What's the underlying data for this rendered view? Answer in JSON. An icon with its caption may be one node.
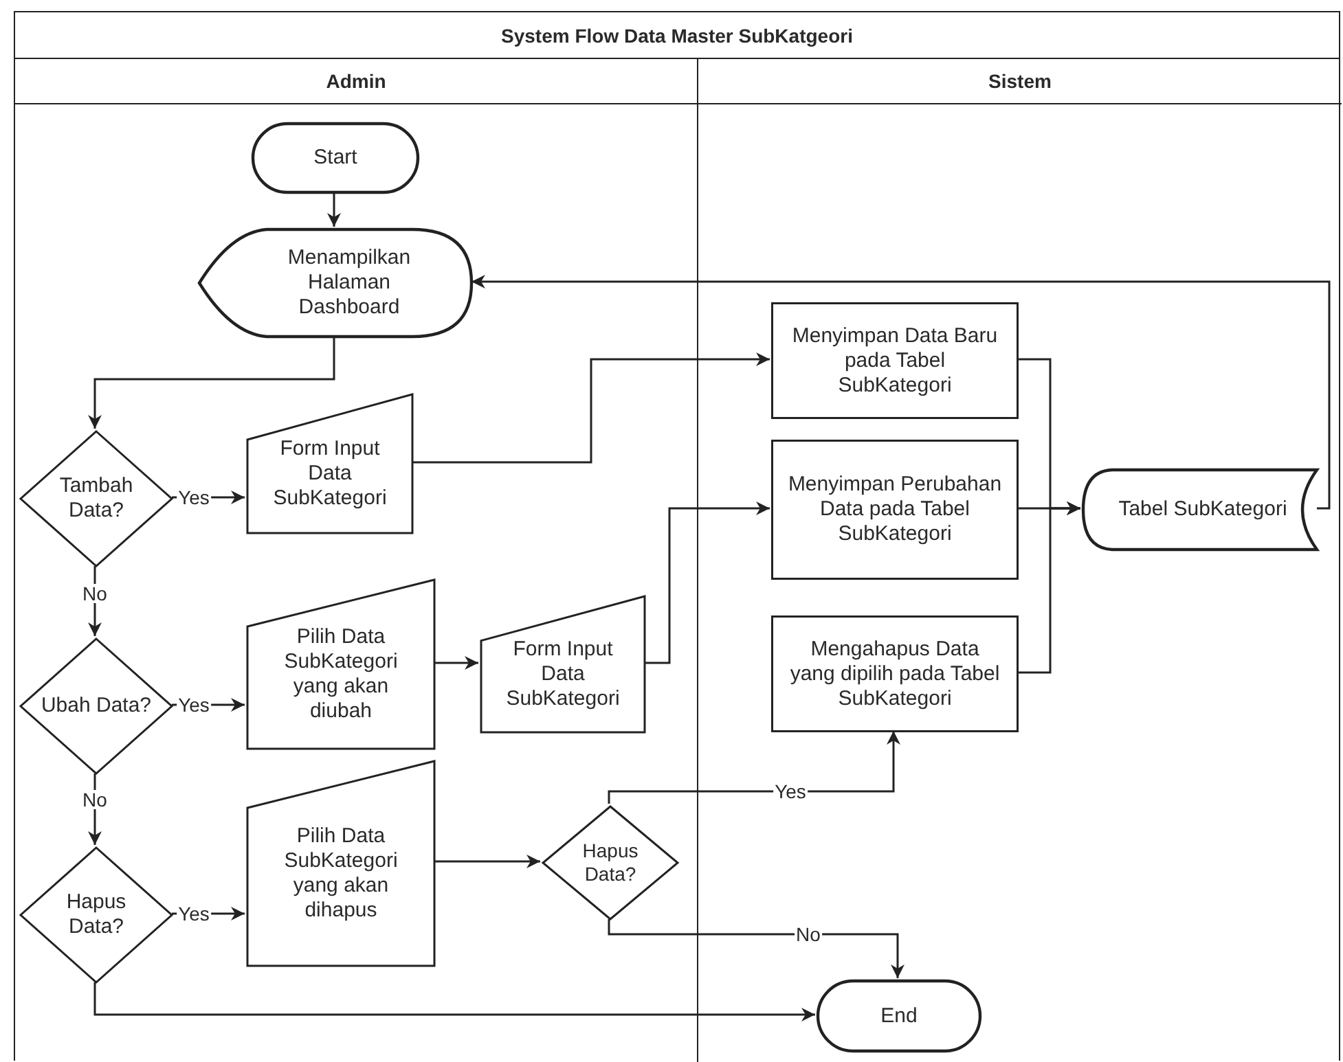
{
  "diagram": {
    "title": "System Flow Data Master SubKatgeori",
    "nodes": [
      {
        "text": [],
        "shape": "box"
      },
      {
        "text": [
          "Admin"
        ],
        "in": 0
      },
      {
        "text": [
          "Sistem"
        ],
        "in": 0
      },
      {
        "text": [
          "Start"
        ],
        "in": 1
      },
      {
        "text": [
          "Menampilkan Halaman Dashboard"
        ],
        "in": 1
      },
      {
        "text": [
          "Tambah Data?"
        ],
        "in": 1
      },
      {
        "text": [
          "Form Input Data SubKategori"
        ],
        "in": 1
      },
      {
        "text": [
          "Ubah Data?"
        ],
        "in": 1
      },
      {
        "text": [
          "Pilih Data SubKategori yang akan diubah"
        ],
        "in": 1
      },
      {
        "text": [
          "Form Input Data SubKategori"
        ],
        "in": 1
      },
      {
        "text": [
          "Hapus Data?"
        ],
        "in": 1
      },
      {
        "text": [
          "Pilih Data SubKategori yang akan dihapus"
        ],
        "in": 1
      },
      {
        "text": [
          "Hapus Data?"
        ],
        "in": 1
      },
      {
        "text": [
          "Menyimpan Data Baru pada Tabel SubKategori"
        ],
        "in": 2
      },
      {
        "text": [
          "Menyimpan Perubahan Data pada Tabel SubKategori"
        ],
        "in": 2
      },
      {
        "text": [
          "Mengahapus Data yang dipilih pada Tabel SubKategori"
        ],
        "in": 2
      },
      {
        "text": [
          "Tabel SubKategori"
        ],
        "in": 2
      },
      {
        "text": [
          "End"
        ],
        "in": 2
      }
    ],
    "edges": [
      {
        "from": 3,
        "to": 4,
        "arrow": "to"
      },
      {
        "from": 4,
        "to": 5,
        "arrow": "to"
      },
      {
        "from": 5,
        "to": 6,
        "arrow": "to",
        "label": "Yes"
      },
      {
        "from": 5,
        "to": 7,
        "arrow": "to",
        "label": "No"
      },
      {
        "from": 6,
        "to": 13,
        "arrow": "to"
      },
      {
        "from": 7,
        "to": 8,
        "arrow": "to",
        "label": "Yes"
      },
      {
        "from": 7,
        "to": 10,
        "arrow": "to",
        "label": "No"
      },
      {
        "from": 8,
        "to": 9,
        "arrow": "to"
      },
      {
        "from": 9,
        "to": 14,
        "arrow": "to"
      },
      {
        "from": 10,
        "to": 11,
        "arrow": "to",
        "label": "Yes"
      },
      {
        "from": 10,
        "to": 17,
        "arrow": "to"
      },
      {
        "from": 11,
        "to": 12,
        "arrow": "to"
      },
      {
        "from": 12,
        "to": 15,
        "arrow": "to",
        "label": "Yes"
      },
      {
        "from": 12,
        "to": 17,
        "arrow": "to",
        "label": "No"
      },
      {
        "from": 13,
        "to": 16,
        "arrow": "to"
      },
      {
        "from": 14,
        "to": 16,
        "arrow": "to"
      },
      {
        "from": 15,
        "to": 16,
        "arrow": "to"
      },
      {
        "from": 16,
        "to": 4,
        "arrow": "to"
      }
    ]
  }
}
